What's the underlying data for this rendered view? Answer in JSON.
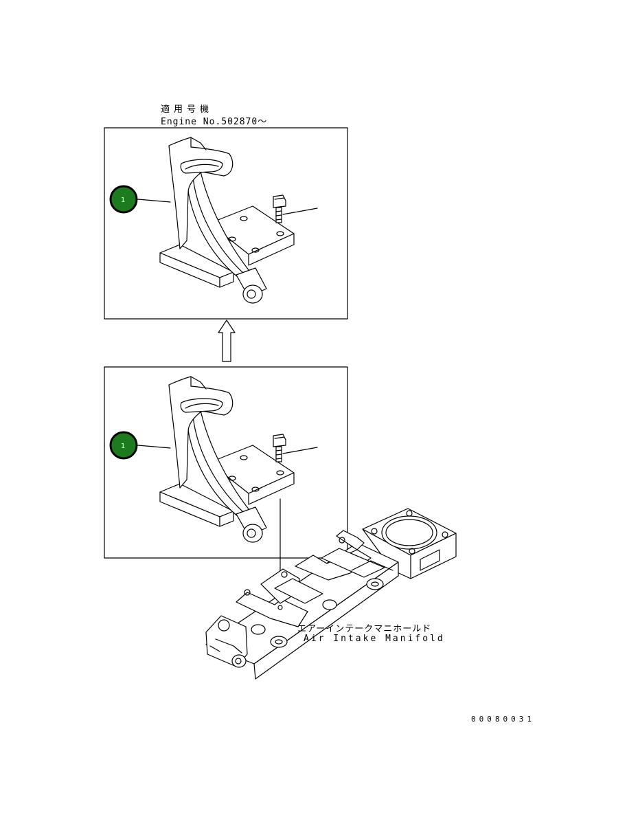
{
  "header": {
    "applicable_label": "適用号機",
    "engine_label": "Engine No.502870～"
  },
  "callouts": [
    {
      "number": "1",
      "color": "#1e7a1e"
    },
    {
      "number": "1",
      "color": "#1e7a1e"
    }
  ],
  "part_label": {
    "japanese": "エアーインテークマニホールド",
    "english": "Air Intake Manifold"
  },
  "drawing_code": "00080031"
}
